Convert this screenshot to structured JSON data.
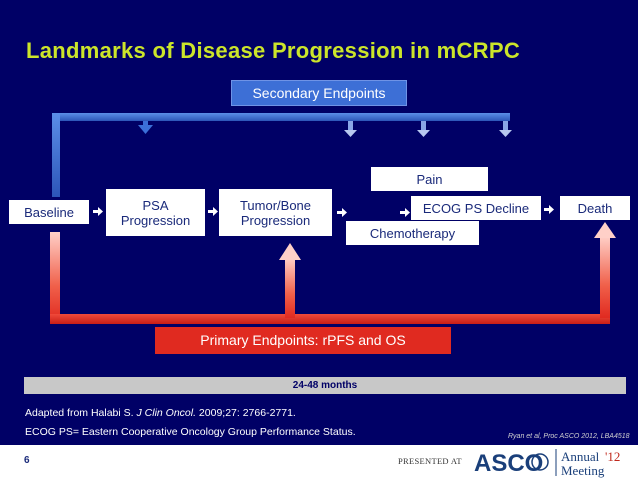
{
  "title": "Landmarks of Disease Progression in  mCRPC",
  "secondary_endpoints": "Secondary Endpoints",
  "stages": {
    "baseline": "Baseline",
    "psa_line1": "PSA",
    "psa_line2": "Progression",
    "tumor_line1": "Tumor/Bone",
    "tumor_line2": "Progression",
    "pain": "Pain",
    "ecog": "ECOG PS Decline",
    "chemotherapy": "Chemotherapy",
    "death": "Death"
  },
  "primary_endpoints": "Primary Endpoints: rPFS and OS",
  "months": "24-48 months",
  "citation": {
    "prefix": "Adapted from Halabi  S. ",
    "journal": "J Clin Oncol.",
    "suffix": " 2009;27: 2766-2771."
  },
  "ecog_note": "ECOG PS= Eastern Cooperative Oncology Group Performance Status.",
  "reference": "Ryan et al, Proc ASCO 2012, LBA4518",
  "footer": {
    "slide_number": "6",
    "presented_at": "PRESENTED AT",
    "logo_asco": "ASCO",
    "logo_annual": "Annual",
    "logo_year": "'12",
    "logo_meeting": "Meeting"
  },
  "colors": {
    "background": "#000066",
    "title": "#CCE52A",
    "secondary_box": "#3d6fd6",
    "primary_box": "#e02a20",
    "bracket_blue": "#3b6fd8"
  }
}
